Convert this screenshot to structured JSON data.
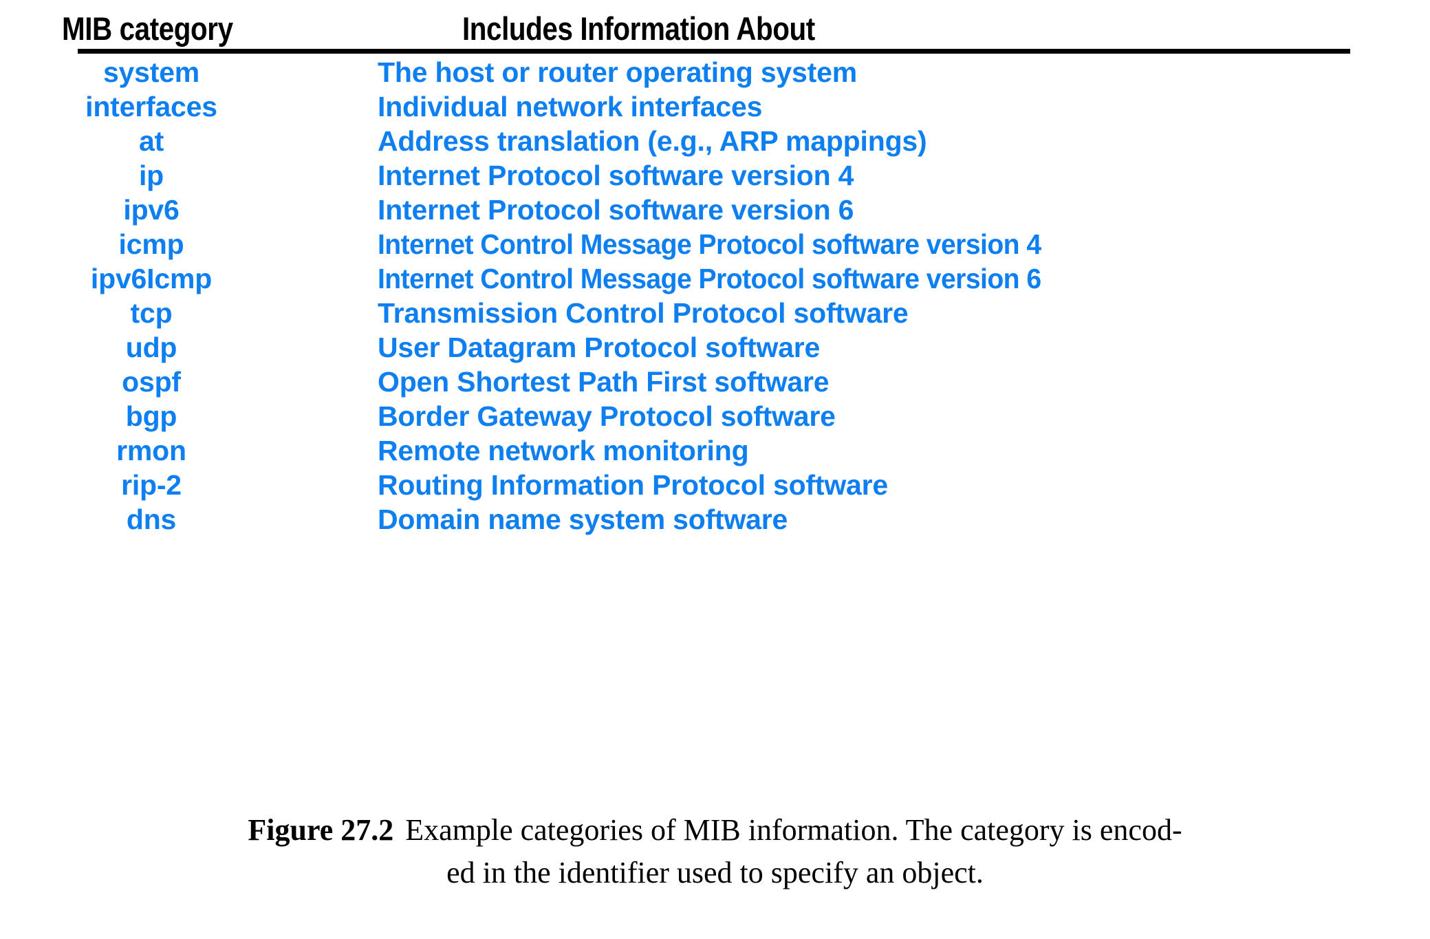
{
  "figure": {
    "headers": {
      "category": "MIB category",
      "description": "Includes Information About"
    },
    "accent_color": "#0d7ff0",
    "rule_color": "#000000",
    "rows": [
      {
        "category": "system",
        "description": "The host or router operating system"
      },
      {
        "category": "interfaces",
        "description": "Individual network interfaces"
      },
      {
        "category": "at",
        "description": "Address translation (e.g., ARP mappings)"
      },
      {
        "category": "ip",
        "description": "Internet Protocol software version 4"
      },
      {
        "category": "ipv6",
        "description": "Internet Protocol software version 6"
      },
      {
        "category": "icmp",
        "description": "Internet Control Message Protocol software version 4"
      },
      {
        "category": "ipv6Icmp",
        "description": "Internet Control Message Protocol software version 6"
      },
      {
        "category": "tcp",
        "description": "Transmission Control Protocol software"
      },
      {
        "category": "udp",
        "description": "User Datagram Protocol software"
      },
      {
        "category": "ospf",
        "description": "Open Shortest Path First software"
      },
      {
        "category": "bgp",
        "description": "Border Gateway Protocol software"
      },
      {
        "category": "rmon",
        "description": "Remote network monitoring"
      },
      {
        "category": "rip-2",
        "description": "Routing Information Protocol software"
      },
      {
        "category": "dns",
        "description": "Domain name system software"
      }
    ],
    "caption": {
      "label": "Figure 27.2",
      "line1": "Example categories of MIB information.  The category is encod-",
      "line2": "ed in the identifier used to specify an object."
    }
  }
}
